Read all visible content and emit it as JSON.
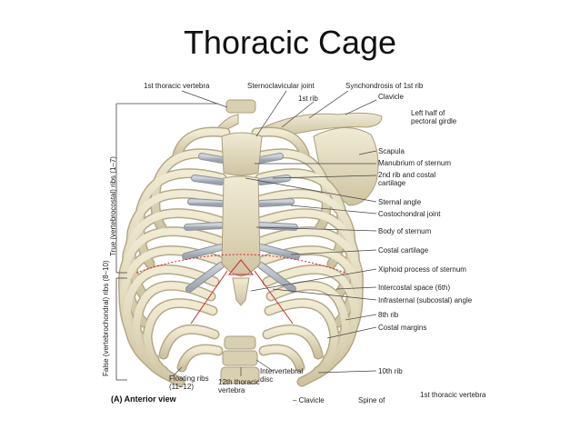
{
  "slide": {
    "title": "Thoracic Cage"
  },
  "figure": {
    "caption": "(A) Anterior view",
    "labels": {
      "first_thoracic_vertebra": "1st thoracic vertebra",
      "sternoclavicular_joint": "Sternoclavicular joint",
      "synchondrosis": "Synchondrosis of 1st rib",
      "first_rib": "1st rib",
      "clavicle": "Clavicle",
      "pectoral_girdle": "Left half of pectoral girdle",
      "scapula": "Scapula",
      "manubrium": "Manubrium of sternum",
      "second_rib": "2nd rib and costal cartilage",
      "sternal_angle": "Sternal angle",
      "costochondral_joint": "Costochondral joint",
      "body_of_sternum": "Body of sternum",
      "costal_cartilage": "Costal cartilage",
      "xiphoid": "Xiphoid process of sternum",
      "intercostal_space": "Intercostal space (6th)",
      "infrasternal_angle": "Infrasternal (subcostal) angle",
      "eighth_rib": "8th rib",
      "costal_margins": "Costal margins",
      "tenth_rib": "10th rib",
      "floating_ribs": "Floating ribs (11–12)",
      "twelfth_thoracic": "12th thoracic vertebra",
      "intervertebral_disc": "Intervertebral disc",
      "true_ribs": "True (vertebrocostal) ribs (1–7)",
      "false_ribs": "False (vertebrochondral) ribs (8–10)",
      "bottom_clavicle": "– Clavicle",
      "spine_of": "Spine of",
      "bottom_first_thoracic": "1st thoracic vertebra"
    }
  },
  "colors": {
    "bone": "#e6dfc4",
    "bone_shadow": "#b9ae8c",
    "cartilage": "#b7bdc6",
    "cartilage_edge": "#8b929c",
    "angle": "#d02828",
    "leader": "#444444"
  }
}
